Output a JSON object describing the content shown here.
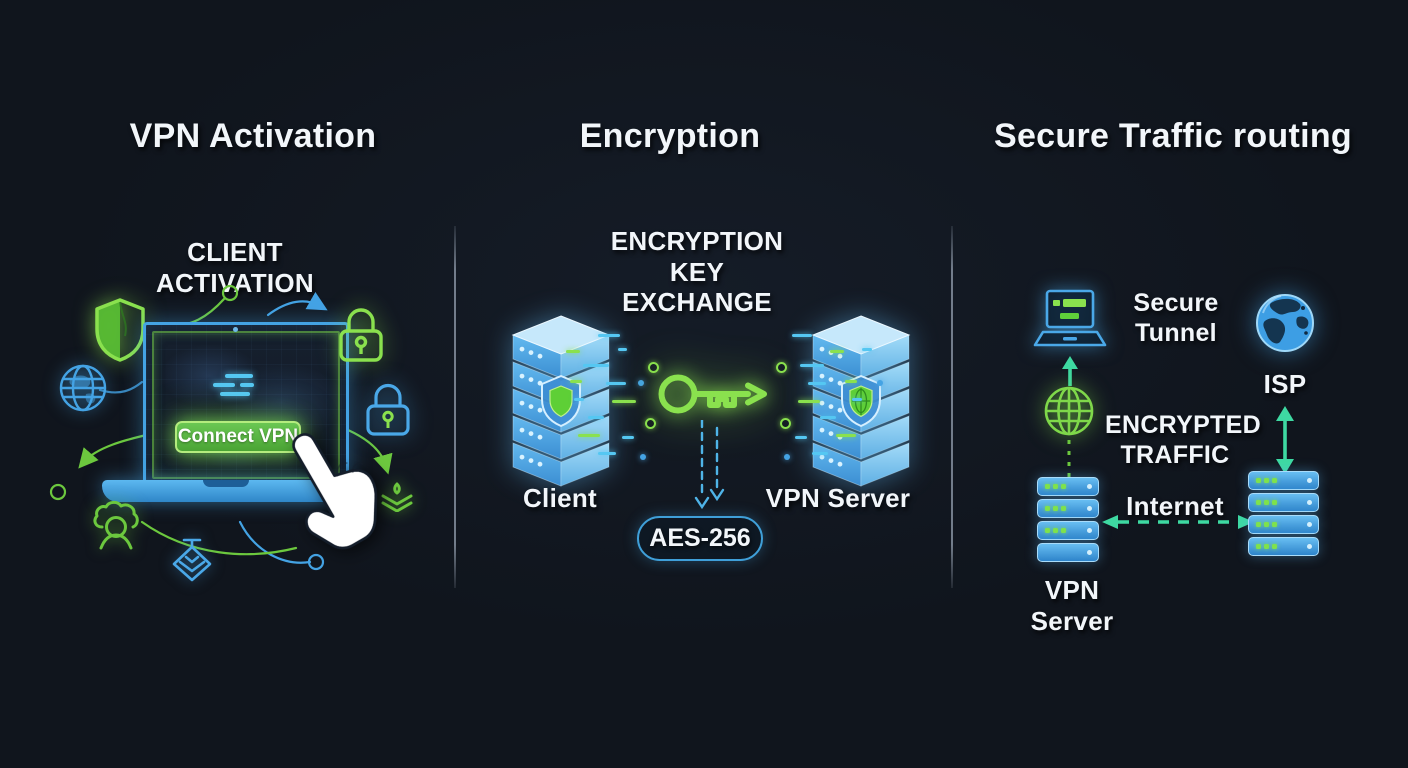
{
  "panels": {
    "activation": {
      "title": "VPN Activation",
      "subtitle": "CLIENT\nACTIVATION",
      "connect_button": "Connect VPN"
    },
    "encryption": {
      "title": "Encryption",
      "subtitle": "ENCRYPTION\nKEY EXCHANGE",
      "client_label": "Client",
      "vpn_server_label": "VPN Server",
      "aes_badge": "AES-256"
    },
    "routing": {
      "title": "Secure Traffic routing",
      "secure_tunnel_label": "Secure\nTunnel",
      "isp_label": "ISP",
      "encrypted_traffic_label": "ENCRYPTED\nTRAFFIC",
      "internet_label": "Internet",
      "vpn_server_label": "VPN Server"
    }
  },
  "colors": {
    "background": "#10151d",
    "text": "#f2f6fa",
    "green": "#6cc83e",
    "neon_green": "#8ae14e",
    "blue": "#44a3e4",
    "light_blue": "#8fd2f6",
    "teal": "#3ed9a2",
    "cyan": "#55c7f2",
    "button_green": "#57b53d",
    "divider": "#939eae"
  },
  "icon_names": [
    "shield-icon",
    "globe-icon",
    "lock-icon",
    "gear-user-icon",
    "diamond-box-icon",
    "chevron-down-icon",
    "hand-cursor-icon",
    "laptop",
    "key-icon",
    "server-stack-icon",
    "arrow-icon",
    "internet-globe-icon"
  ]
}
